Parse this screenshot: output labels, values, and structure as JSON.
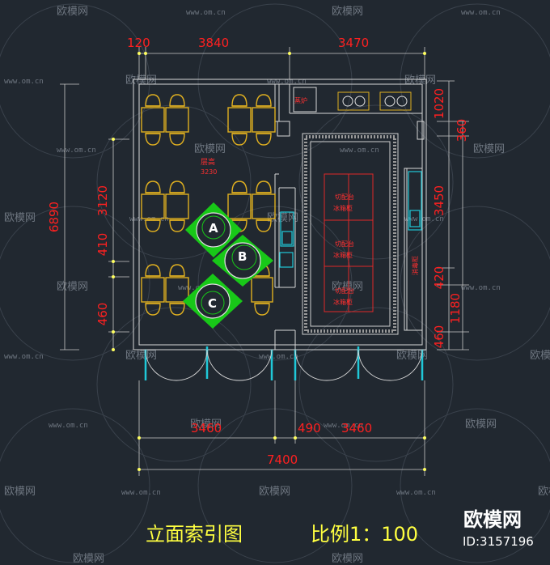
{
  "title": "立面索引图",
  "scale": "比例1：100",
  "brand": {
    "name": "欧模网",
    "id": "ID:3157196"
  },
  "watermark": {
    "text": "欧模网",
    "url": "www.om.cn"
  },
  "dims": {
    "top": [
      "120",
      "3840",
      "3470"
    ],
    "bottom": [
      "3460",
      "490",
      "3460"
    ],
    "total_width": "7400",
    "left_total": "6890",
    "left": [
      "3120",
      "410",
      "460"
    ],
    "right": [
      "1020",
      "360",
      "3450",
      "420",
      "1180",
      "460"
    ]
  },
  "room_labels": {
    "dining": "层高",
    "dining_height": "3230",
    "stove": "蒸炉",
    "counter_line1": "切配台",
    "counter_line2": "冰箱柜",
    "right_cabinet": "消毒柜"
  },
  "index_marks": [
    "A",
    "B",
    "C"
  ]
}
